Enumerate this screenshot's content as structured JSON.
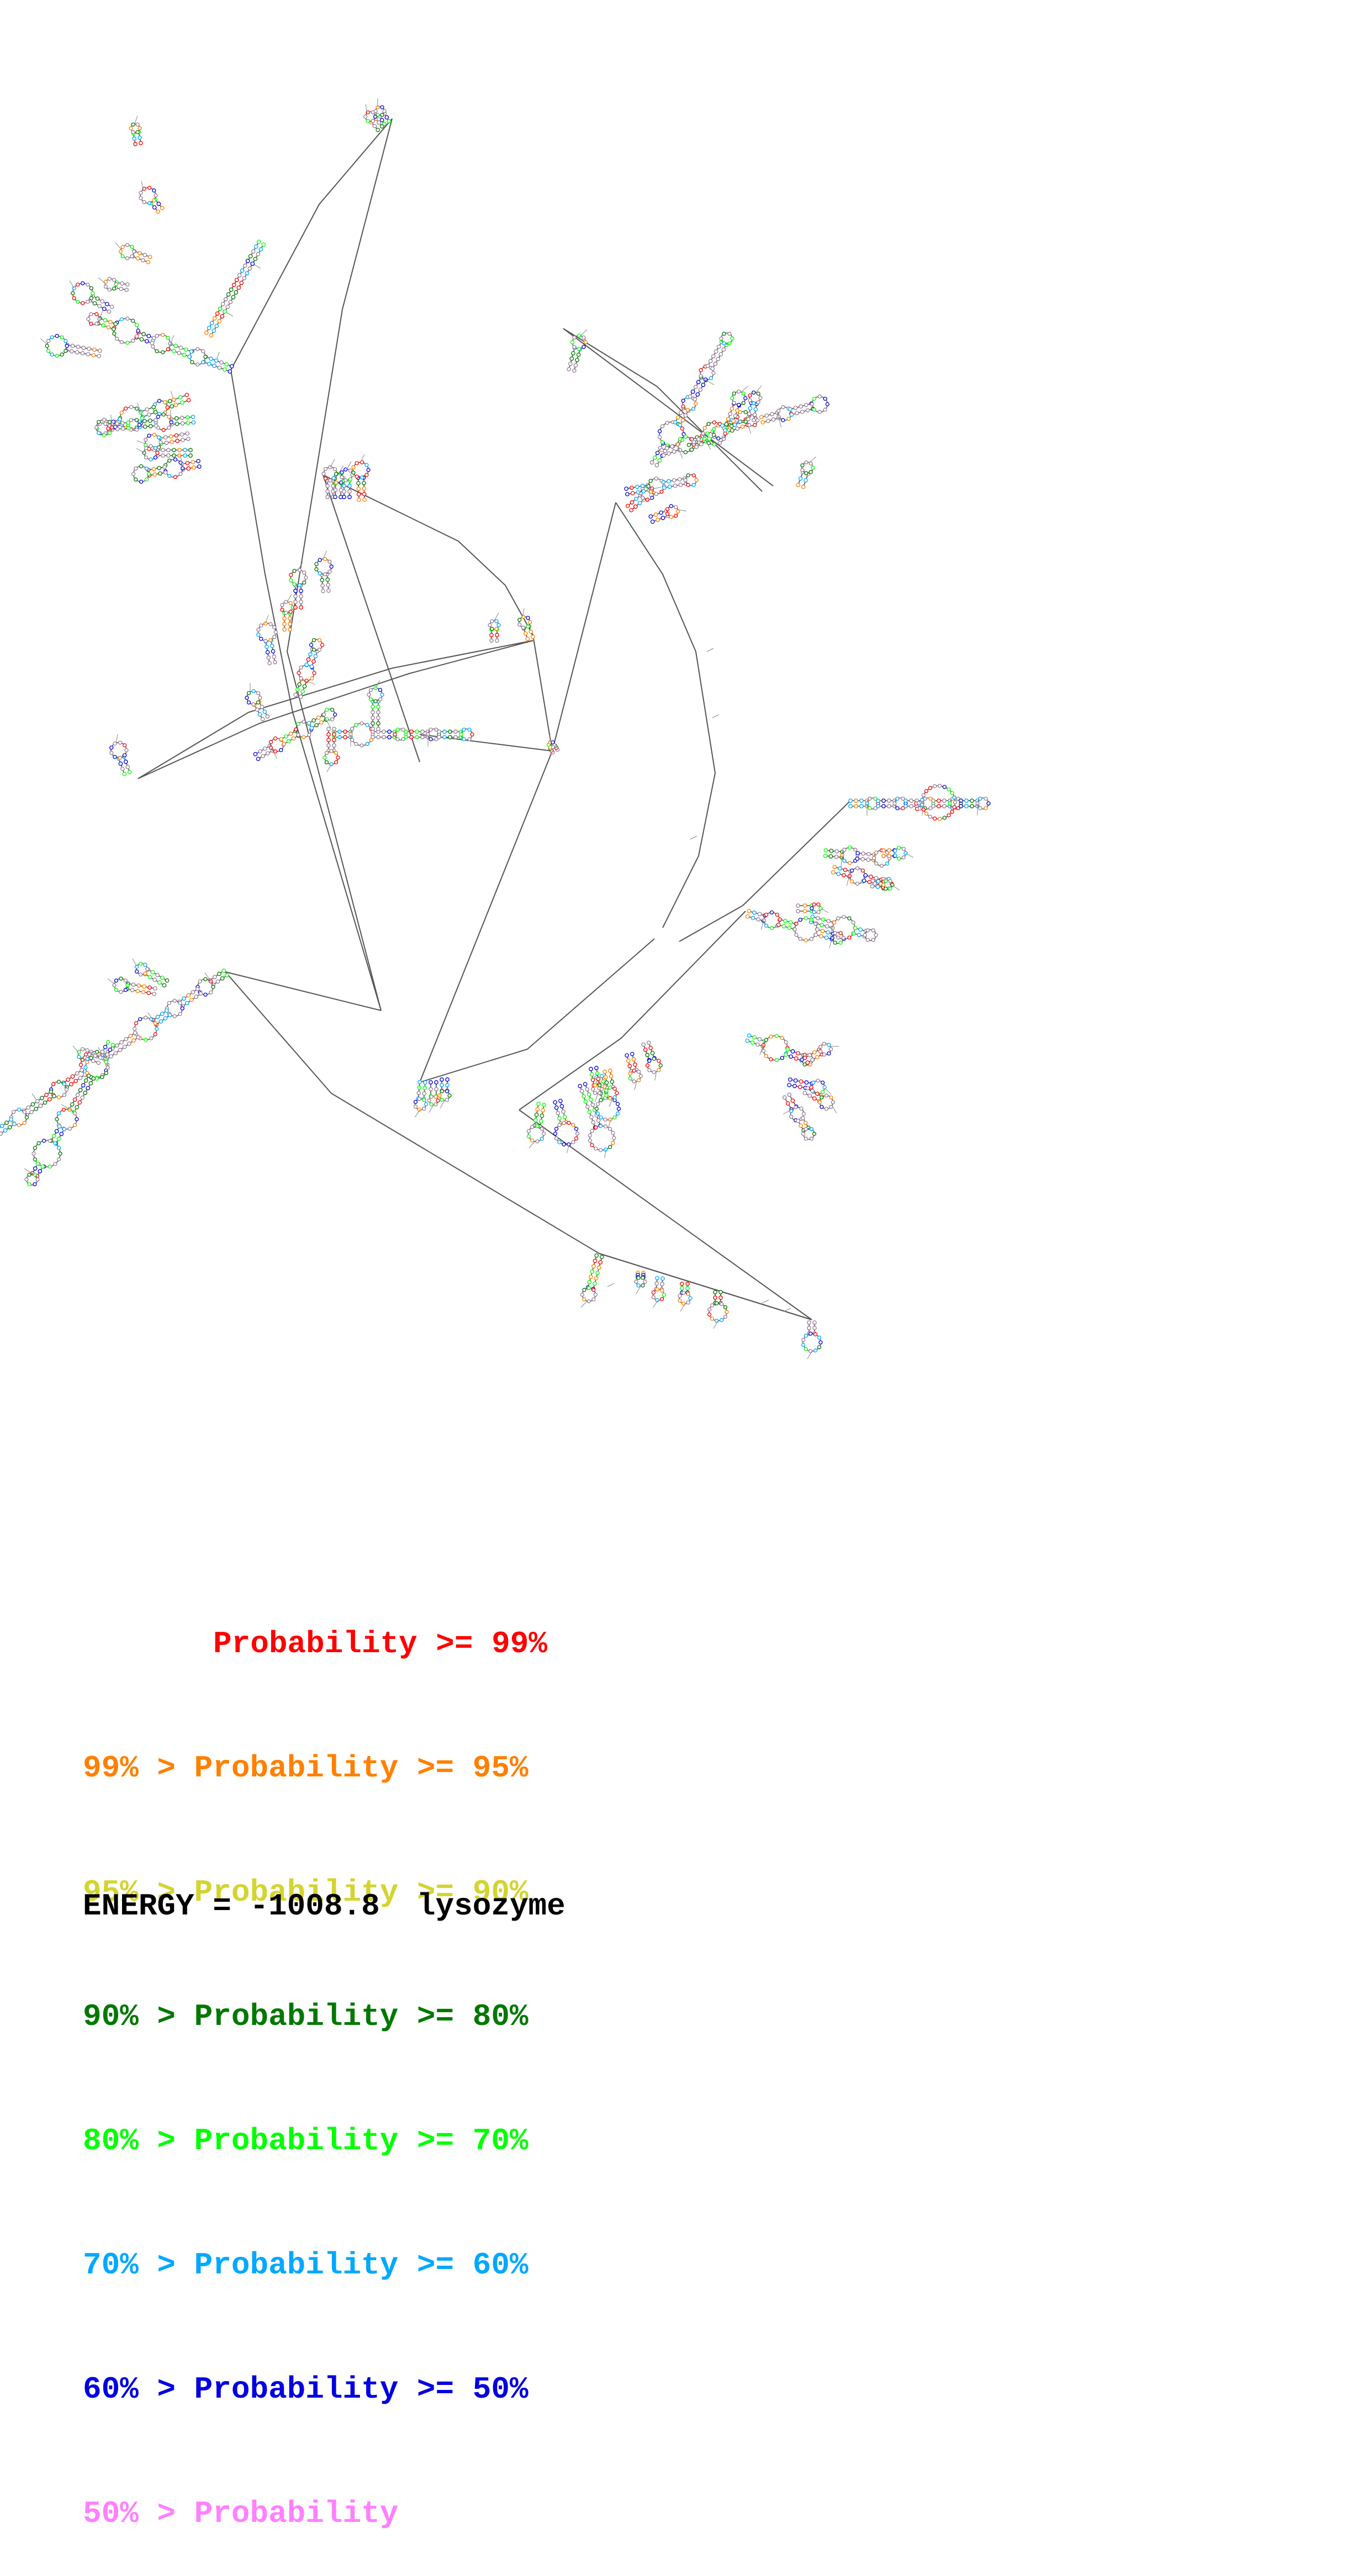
{
  "diagram": {
    "type": "rna-secondary-structure",
    "molecule": "lysozyme",
    "energy_label": "ENERGY = ",
    "energy_value": "-1008.8",
    "colors": {
      "backbone": "#555555",
      "nucleotide_default": "#9a7f9a",
      "prob_99": "#ff0000",
      "prob_95": "#ff8000",
      "prob_90": "#d4d430",
      "prob_80": "#007800",
      "prob_70": "#00ff00",
      "prob_60": "#00a8ff",
      "prob_50": "#0000e0",
      "prob_lt50": "#ff80ff"
    }
  },
  "legend": {
    "rows": [
      {
        "lower": "",
        "mid": "Probability",
        "op": ">=",
        "upper": "99%",
        "prefix": "",
        "color": "#ff0000"
      },
      {
        "prefix": "99% >",
        "mid": "Probability",
        "op": ">=",
        "upper": "95%",
        "color": "#ff8000"
      },
      {
        "prefix": "95% >",
        "mid": "Probability",
        "op": ">=",
        "upper": "90%",
        "color": "#d4d430"
      },
      {
        "prefix": "90% >",
        "mid": "Probability",
        "op": ">=",
        "upper": "80%",
        "color": "#007800"
      },
      {
        "prefix": "80% >",
        "mid": "Probability",
        "op": ">=",
        "upper": "70%",
        "color": "#00ff00"
      },
      {
        "prefix": "70% >",
        "mid": "Probability",
        "op": ">=",
        "upper": "60%",
        "color": "#00a8ff"
      },
      {
        "prefix": "60% >",
        "mid": "Probability",
        "op": ">=",
        "upper": "50%",
        "color": "#0000e0"
      },
      {
        "prefix": "50% >",
        "mid": "Probability",
        "op": "",
        "upper": "",
        "color": "#ff80ff"
      }
    ]
  },
  "footer": {
    "energy_label": "ENERGY =",
    "energy_value": "-1008.8",
    "name": "lysozyme"
  }
}
